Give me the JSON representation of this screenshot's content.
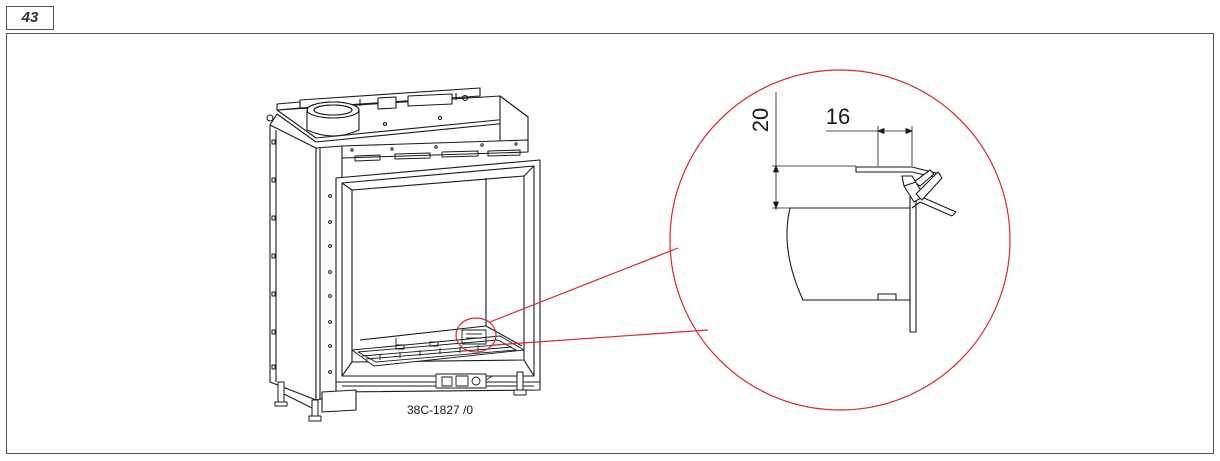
{
  "step": {
    "number": "43"
  },
  "drawing": {
    "reference": "38C-1827 /0"
  },
  "detail": {
    "dimension_vertical": "20",
    "dimension_horizontal": "16"
  },
  "colors": {
    "line": "#1a1a1a",
    "callout": "#d9282f",
    "frame": "#555555"
  }
}
